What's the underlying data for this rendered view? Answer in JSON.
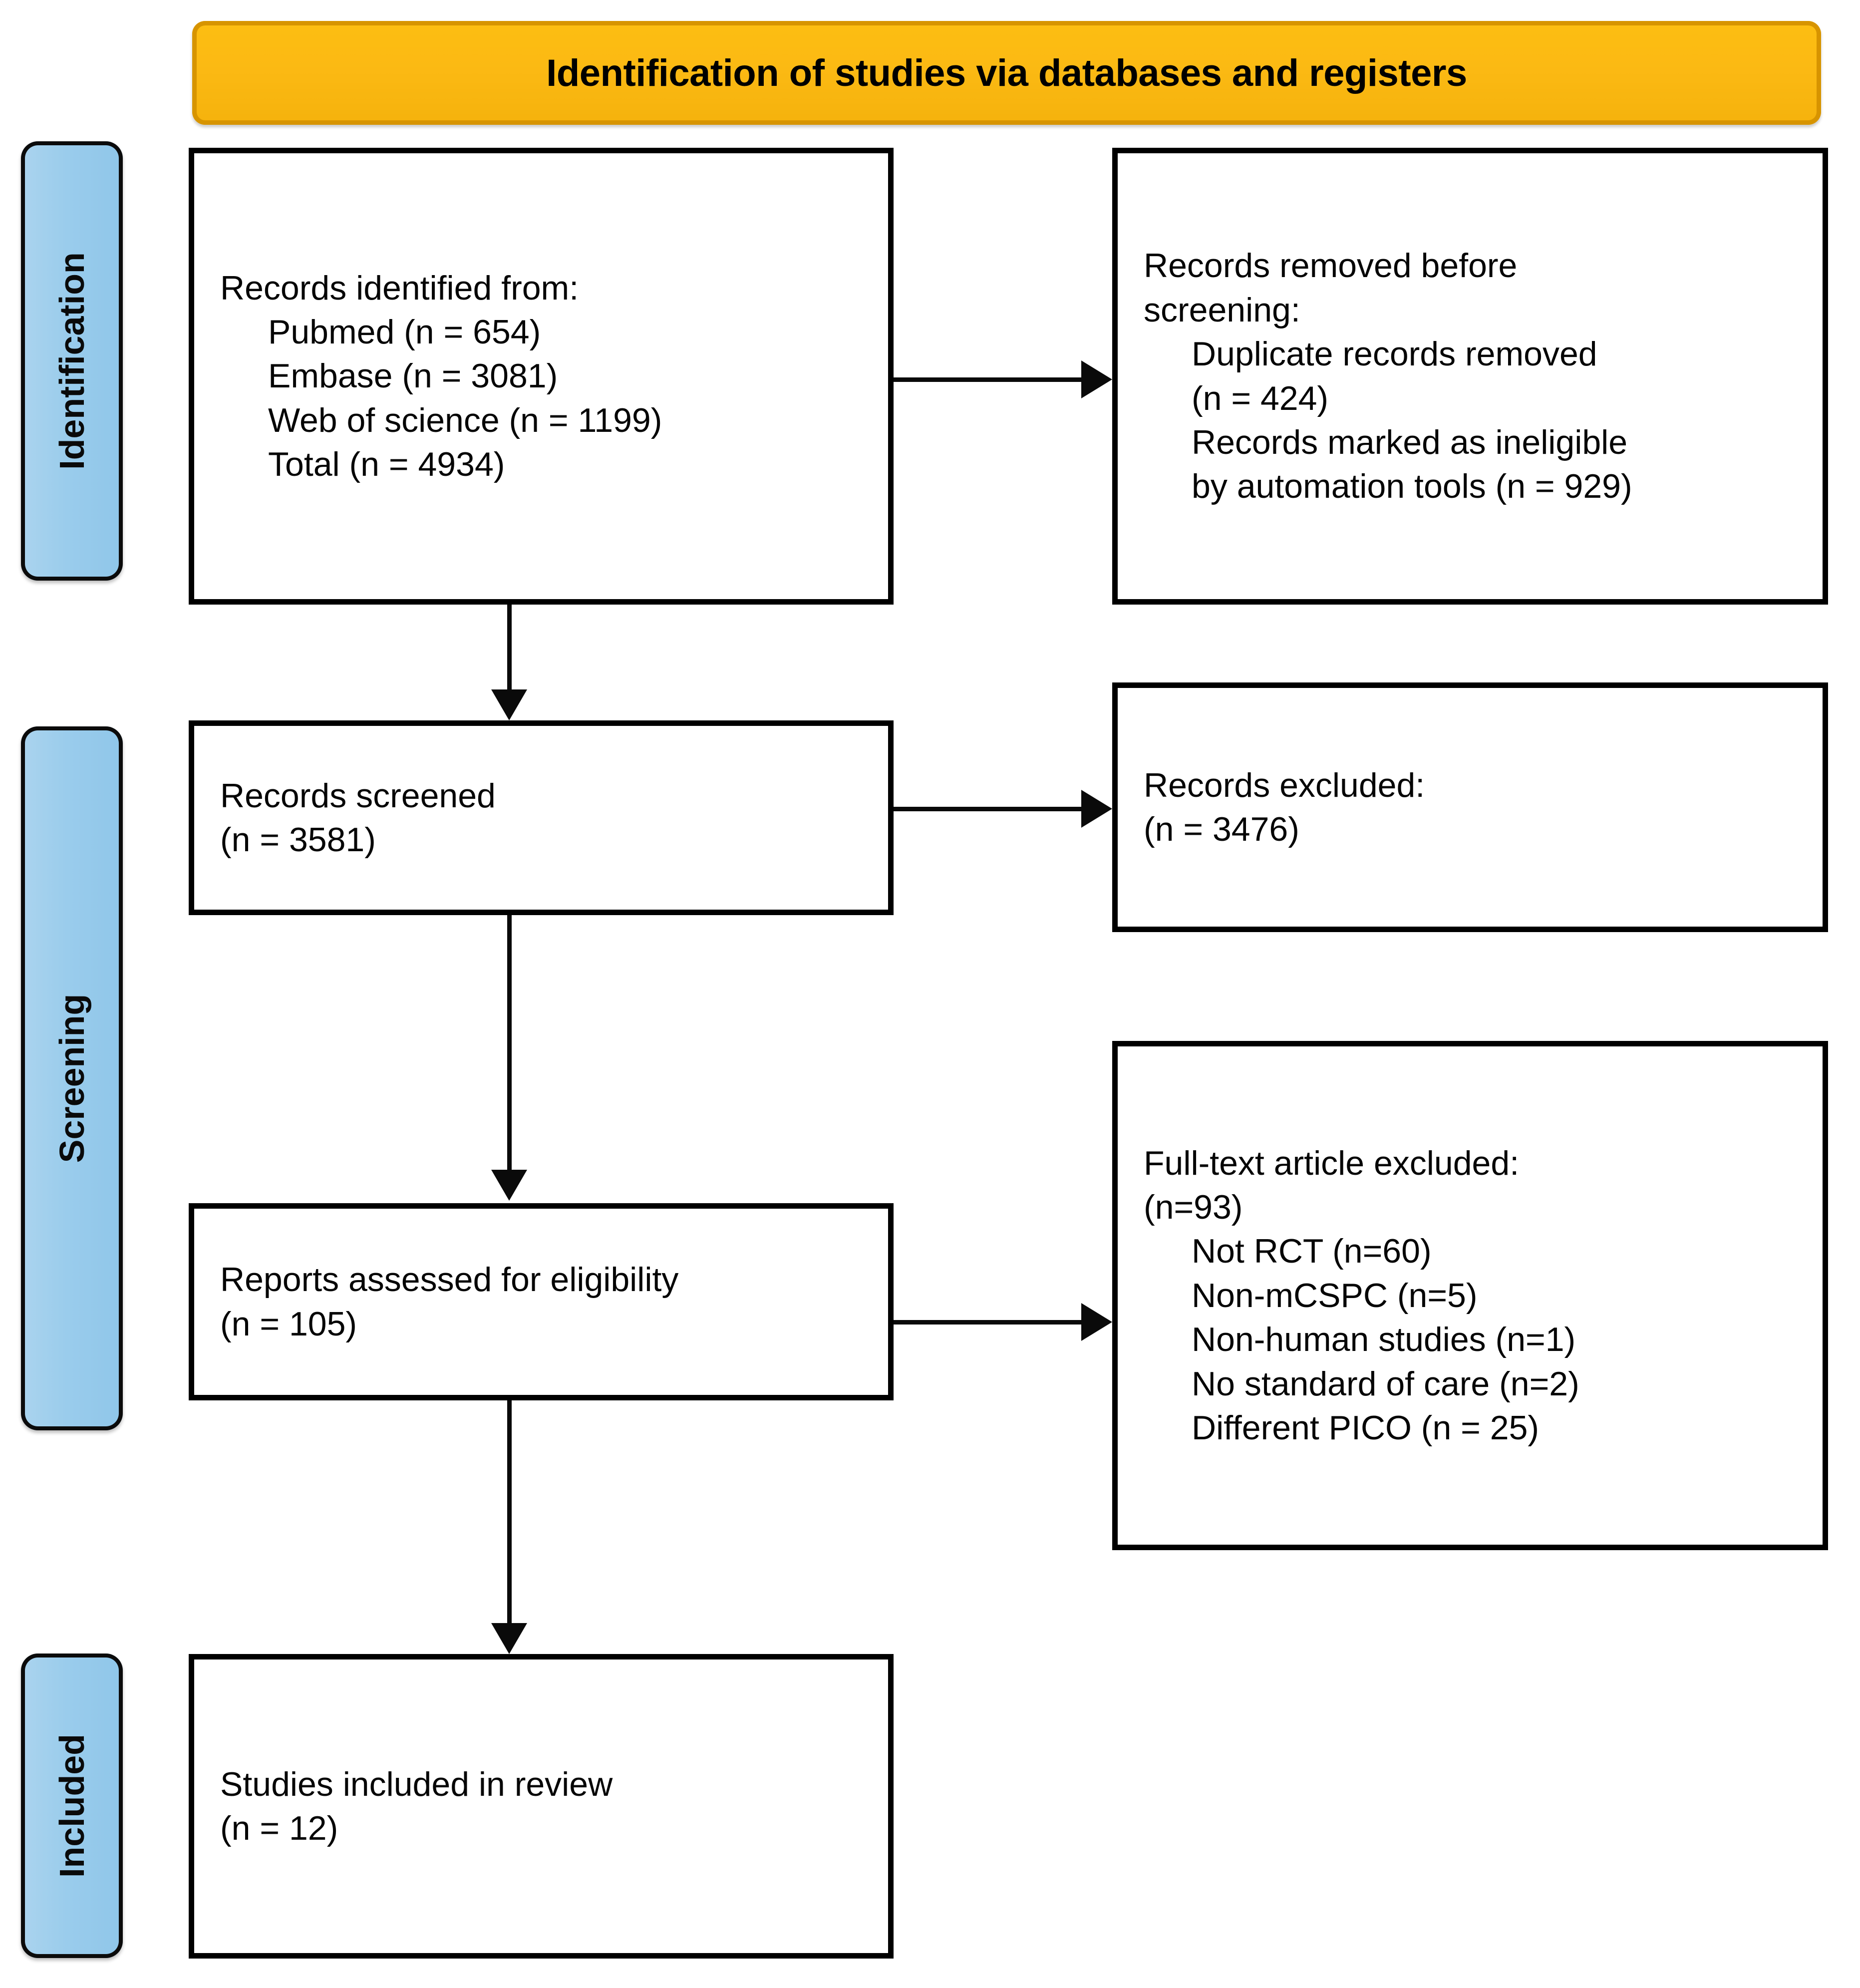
{
  "diagram": {
    "type": "prisma-flow-diagram",
    "banner": {
      "label": "Identification of studies via databases and registers"
    },
    "phases": [
      {
        "id": "identification",
        "label": "Identification"
      },
      {
        "id": "screening",
        "label": "Screening"
      },
      {
        "id": "included",
        "label": "Included"
      }
    ],
    "boxes": {
      "records_identified": {
        "lines": [
          {
            "text": "Records identified from:",
            "indent": false
          },
          {
            "text": "Pubmed (n = 654)",
            "indent": true
          },
          {
            "text": "Embase (n = 3081)",
            "indent": true
          },
          {
            "text": "Web of science (n = 1199)",
            "indent": true
          },
          {
            "text": "Total (n = 4934)",
            "indent": true
          }
        ]
      },
      "records_removed": {
        "lines": [
          {
            "text": "Records removed before",
            "indent": false
          },
          {
            "text": "screening:",
            "indent": false
          },
          {
            "text": "Duplicate records removed",
            "indent": true
          },
          {
            "text": "(n = 424)",
            "indent": true
          },
          {
            "text": "Records marked as ineligible",
            "indent": true
          },
          {
            "text": "by automation tools (n = 929)",
            "indent": true
          }
        ]
      },
      "records_screened": {
        "lines": [
          {
            "text": "Records screened",
            "indent": false
          },
          {
            "text": "(n = 3581)",
            "indent": false
          }
        ]
      },
      "records_excluded": {
        "lines": [
          {
            "text": "Records excluded:",
            "indent": false
          },
          {
            "text": "(n = 3476)",
            "indent": false
          }
        ]
      },
      "reports_assessed": {
        "lines": [
          {
            "text": "Reports assessed for eligibility",
            "indent": false
          },
          {
            "text": "(n = 105)",
            "indent": false
          }
        ]
      },
      "fulltext_excluded": {
        "lines": [
          {
            "text": "Full-text article excluded:",
            "indent": false
          },
          {
            "text": "(n=93)",
            "indent": false
          },
          {
            "text": "Not RCT (n=60)",
            "indent": true
          },
          {
            "text": "Non-mCSPC (n=5)",
            "indent": true
          },
          {
            "text": "Non-human studies (n=1)",
            "indent": true
          },
          {
            "text": "No standard of care (n=2)",
            "indent": true
          },
          {
            "text": "Different PICO (n = 25)",
            "indent": true
          }
        ]
      },
      "studies_included": {
        "lines": [
          {
            "text": "Studies included in review",
            "indent": false
          },
          {
            "text": "(n = 12)",
            "indent": false
          }
        ]
      }
    },
    "counts": {
      "pubmed": 654,
      "embase": 3081,
      "web_of_science": 1199,
      "total_identified": 4934,
      "duplicates_removed": 424,
      "ineligible_automation": 929,
      "records_screened": 3581,
      "records_excluded": 3476,
      "reports_assessed": 105,
      "fulltext_excluded": 93,
      "not_rct": 60,
      "non_mcspc": 5,
      "non_human": 1,
      "no_standard_of_care": 2,
      "different_pico": 25,
      "studies_included": 12
    },
    "colors": {
      "banner": "#FBB913",
      "banner_border": "#D79400",
      "phase_pill": "#9ACCEC",
      "box_border": "#000000",
      "box_fill": "#FFFFFF",
      "text": "#050505",
      "connector": "#0A0A0A"
    }
  }
}
